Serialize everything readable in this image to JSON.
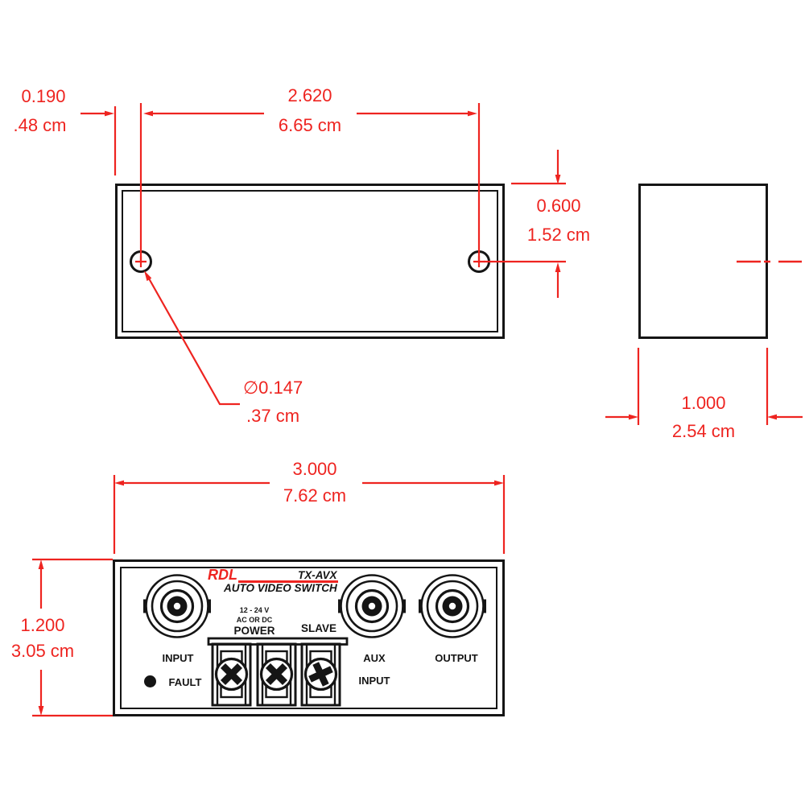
{
  "title": "RDL TX-AVX mechanical drawing",
  "colors": {
    "dimension_red": "#ee2420",
    "line_black": "#151515"
  },
  "dimensions": {
    "edge_to_hole": {
      "in": "0.190",
      "cm": ".48 cm"
    },
    "hole_spacing": {
      "in": "2.620",
      "cm": "6.65 cm"
    },
    "top_to_hole": {
      "in": "0.600",
      "cm": "1.52 cm"
    },
    "hole_diameter": {
      "in": "∅0.147",
      "cm": ".37 cm"
    },
    "depth": {
      "in": "1.000",
      "cm": "2.54 cm"
    },
    "width": {
      "in": "3.000",
      "cm": "7.62 cm"
    },
    "height": {
      "in": "1.200",
      "cm": "3.05 cm"
    }
  },
  "front_panel": {
    "brand": "RDL",
    "model": "TX-AVX",
    "product_name": "AUTO VIDEO SWITCH",
    "power_rating_line1": "12 - 24 V",
    "power_rating_line2": "AC OR DC",
    "power_label": "POWER",
    "slave_label": "SLAVE",
    "input_label": "INPUT",
    "fault_label": "FAULT",
    "aux_label_line1": "AUX",
    "aux_label_line2": "INPUT",
    "output_label": "OUTPUT"
  }
}
